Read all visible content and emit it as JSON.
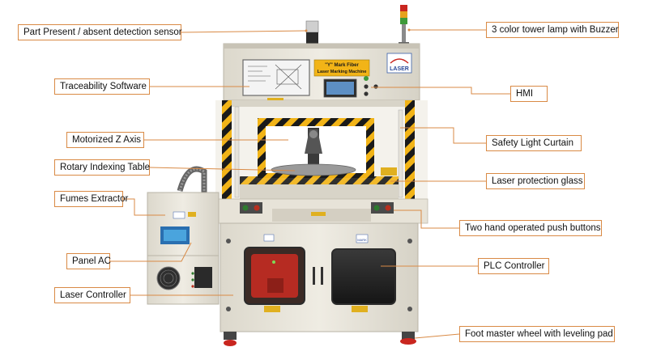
{
  "callouts": {
    "part_sensor": "Part Present / absent detection sensor",
    "traceability": "Traceability Software",
    "z_axis": "Motorized Z Axis",
    "rotary": "Rotary Indexing Table",
    "fumes": "Fumes Extractor",
    "panel_ac": "Panel AC",
    "laser_controller": "Laser Controller",
    "tower_lamp": "3 color tower lamp with Buzzer",
    "hmi": "HMI",
    "light_curtain": "Safety Light Curtain",
    "protection_glass": "Laser protection glass",
    "push_buttons": "Two hand operated push buttons",
    "plc": "PLC Controller",
    "foot_wheel": "Foot master wheel with leveling pad"
  },
  "machine": {
    "nameplate_line1": "\"Y\" Mark Fiber",
    "nameplate_line2": "Laser Marking Machine",
    "logo_text": "LASER",
    "y_mark_text": "MARK"
  },
  "colors": {
    "accent": "#d98a45",
    "hazard_yellow": "#f2b417",
    "hazard_black": "#1a1a1a",
    "machine_body": "#e9e5da"
  }
}
